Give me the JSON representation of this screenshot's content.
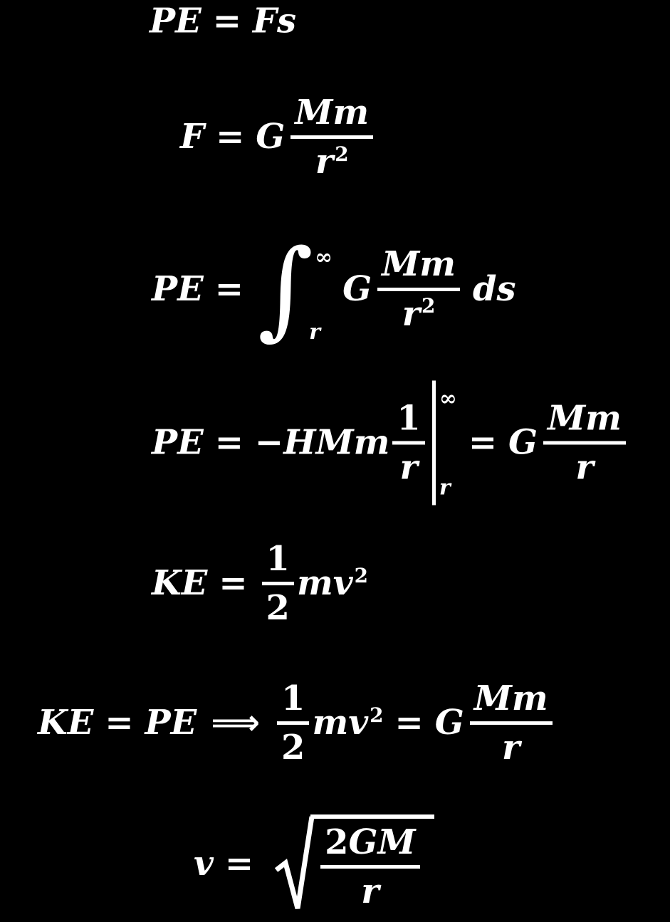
{
  "page": {
    "background": "#000000",
    "ink": "#ffffff"
  },
  "icons": {
    "sqrt_sign": "√",
    "evaluation_bar": "|"
  },
  "equations": {
    "pe_fs": {
      "lhs": "PE",
      "eq": "=",
      "rhs": "Fs"
    },
    "force": {
      "lhs": "F",
      "eq": "=",
      "coef": "G",
      "frac": {
        "num": "Mm",
        "den_base": "r",
        "den_exp": "2"
      }
    },
    "pe_integral": {
      "lhs": "PE",
      "eq": "=",
      "integral": {
        "sign": "∫",
        "upper": "∞",
        "lower": "r"
      },
      "coef": "G",
      "frac": {
        "num": "Mm",
        "den_base": "r",
        "den_exp": "2"
      },
      "differential": "ds"
    },
    "pe_eval": {
      "lhs": "PE",
      "eq": "=",
      "minus": "−",
      "vars": "HMm",
      "frac1": {
        "num": "1",
        "den": "r"
      },
      "eval": {
        "upper": "∞",
        "lower": "r"
      },
      "eq2": "=",
      "coef2": "G",
      "frac2": {
        "num": "Mm",
        "den": "r"
      }
    },
    "ke": {
      "lhs": "KE",
      "eq": "=",
      "frac": {
        "num": "1",
        "den": "2"
      },
      "term_base": "mv",
      "term_exp": "2"
    },
    "balance": {
      "lhs": "KE",
      "eq": "=",
      "rhs": "PE",
      "implies": "⟹",
      "frac1": {
        "num": "1",
        "den": "2"
      },
      "term_base": "mv",
      "term_exp": "2",
      "eq2": "=",
      "coef": "G",
      "frac2": {
        "num": "Mm",
        "den": "r"
      }
    },
    "escape_velocity": {
      "lhs": "v",
      "eq": "=",
      "frac": {
        "num_digit": "2",
        "num_vars": "GM",
        "den": "r"
      }
    }
  }
}
